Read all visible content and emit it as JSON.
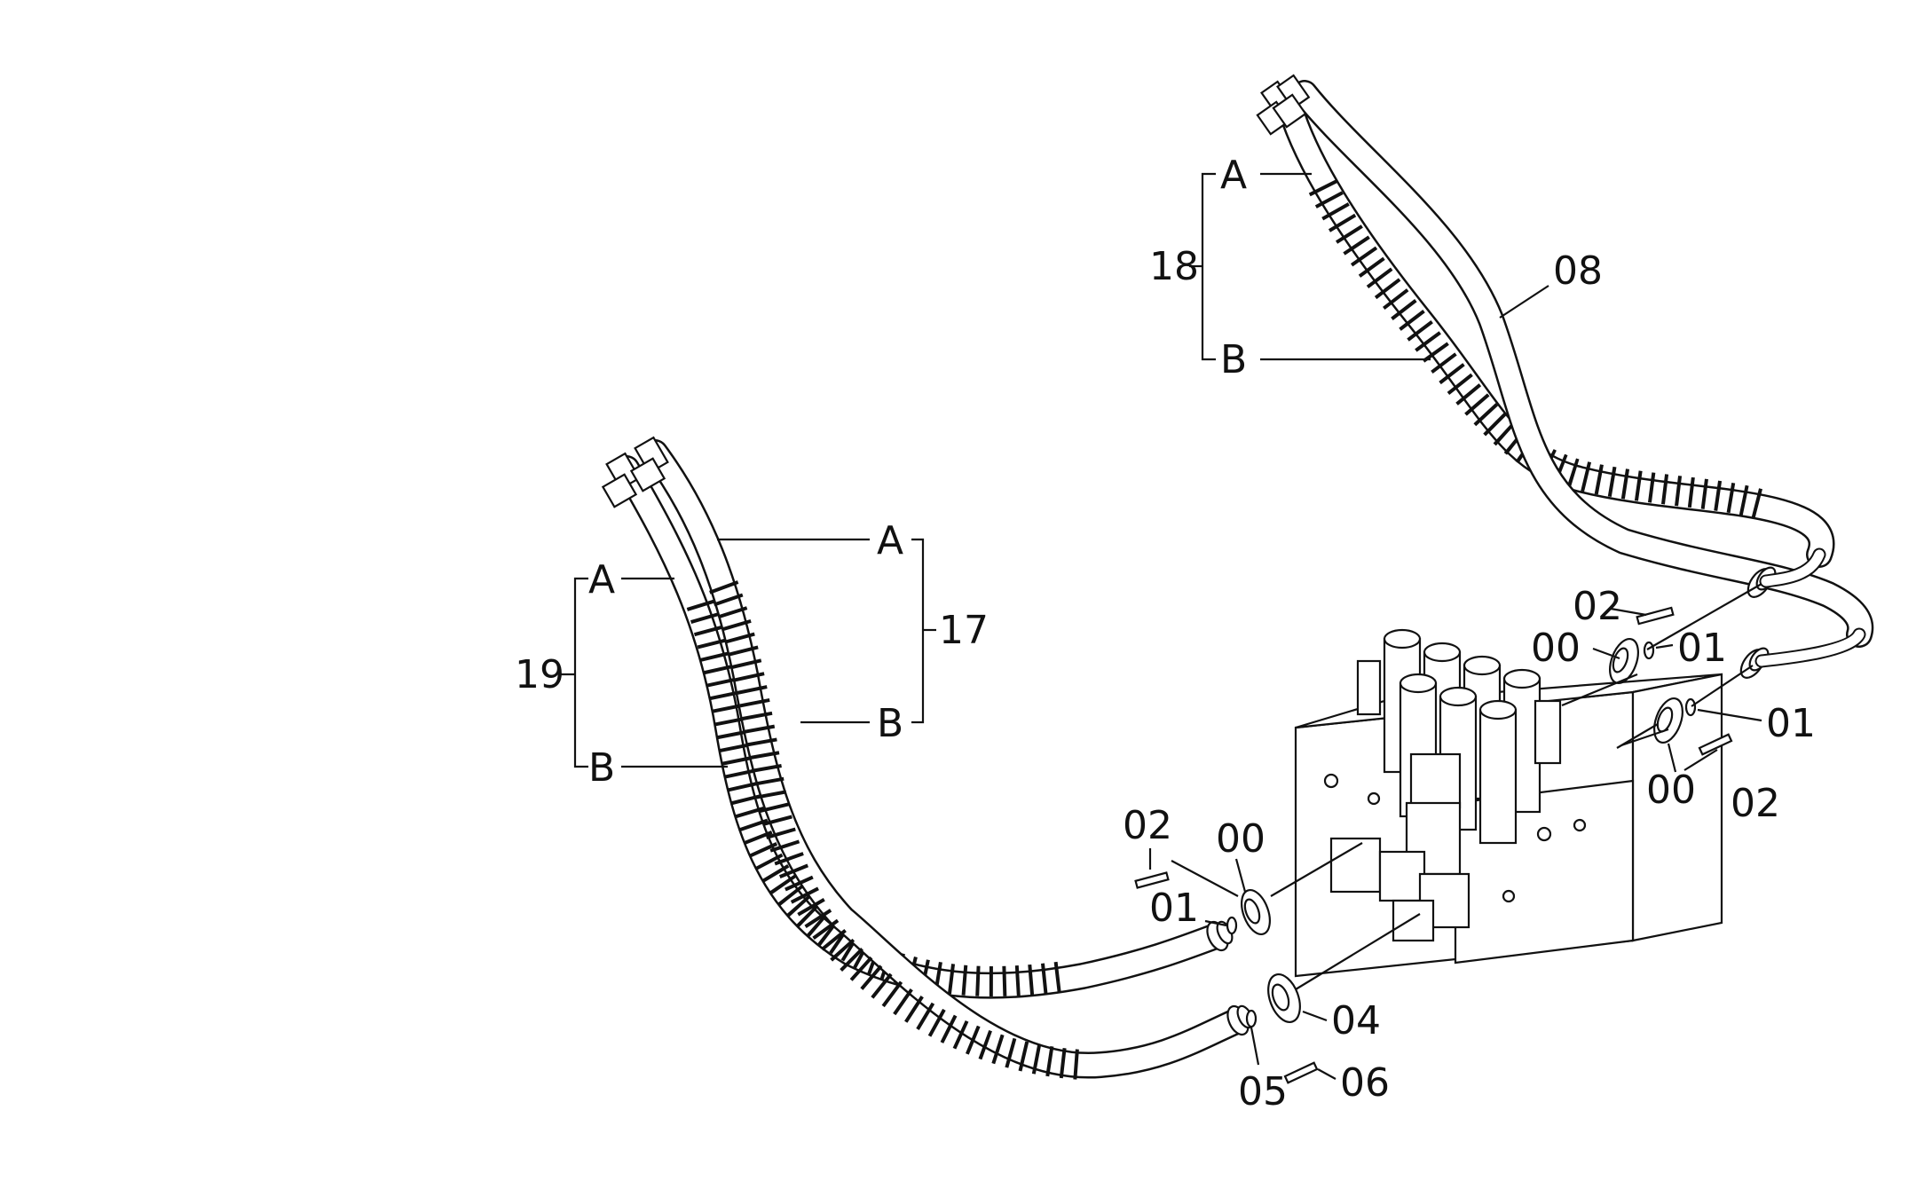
{
  "callouts": {
    "c18": "18",
    "c18_a": "A",
    "c18_b": "B",
    "c08": "08",
    "c02_top": "02",
    "c00_top": "00",
    "c01_top": "01",
    "c01_right": "01",
    "c00_right": "00",
    "c02_right": "02",
    "c19": "19",
    "c19_a": "A",
    "c19_b": "B",
    "c17": "17",
    "c17_a": "A",
    "c17_b": "B",
    "c02_left": "02",
    "c00_left": "00",
    "c01_left": "01",
    "c04": "04",
    "c05": "05",
    "c06": "06"
  }
}
